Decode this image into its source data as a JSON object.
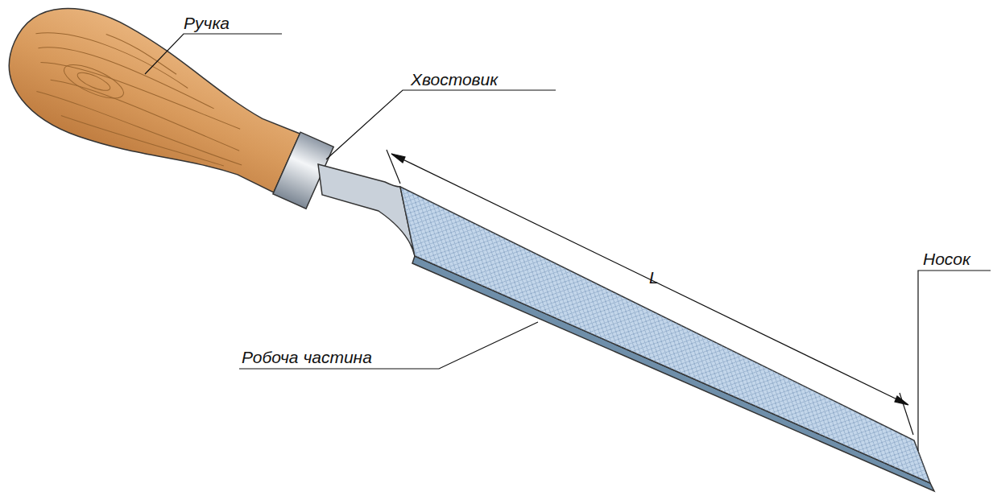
{
  "diagram": {
    "labels": [
      "Ручка",
      "Хвостовик",
      "L",
      "Робоча частина",
      "Носок"
    ]
  }
}
